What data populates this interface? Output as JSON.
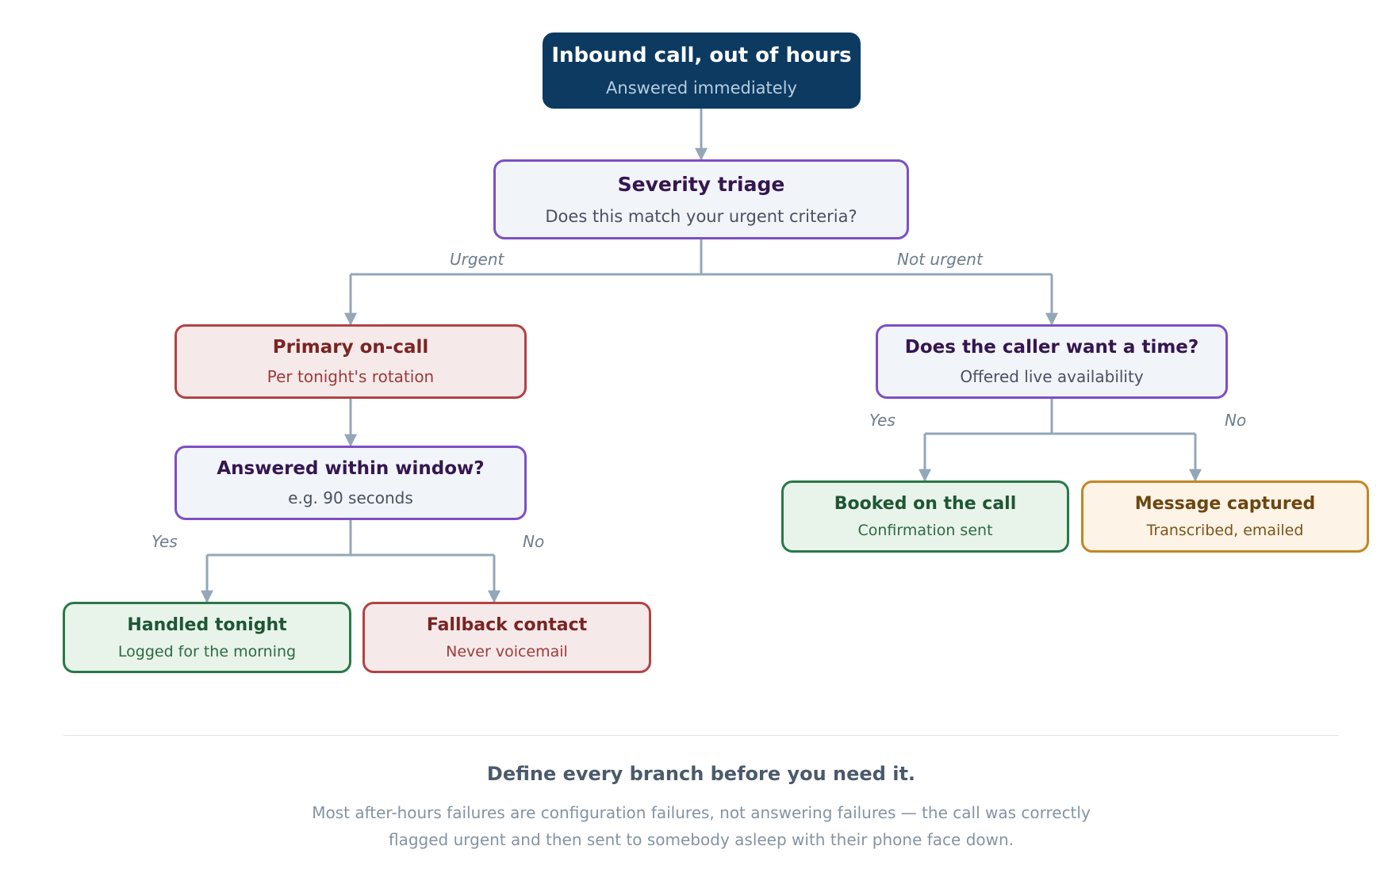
{
  "colors": {
    "start_fill": "#0c3a61",
    "decision_border": "#7d4fc4",
    "alert_border": "#b04444",
    "success_border": "#2a774a",
    "capture_border": "#c48524",
    "connector": "#94a7b8"
  },
  "nodes": {
    "start": {
      "title": "Inbound call, out of hours",
      "subtitle": "Answered immediately"
    },
    "triage": {
      "title": "Severity triage",
      "subtitle": "Does this match your urgent criteria?"
    },
    "primary": {
      "title": "Primary on-call",
      "subtitle": "Per tonight's rotation"
    },
    "wants_time": {
      "title": "Does the caller want a time?",
      "subtitle": "Offered live availability"
    },
    "answered": {
      "title": "Answered within window?",
      "subtitle": "e.g. 90 seconds"
    },
    "booked": {
      "title": "Booked on the call",
      "subtitle": "Confirmation sent"
    },
    "message": {
      "title": "Message captured",
      "subtitle": "Transcribed, emailed"
    },
    "handled": {
      "title": "Handled tonight",
      "subtitle": "Logged for the morning"
    },
    "fallback": {
      "title": "Fallback contact",
      "subtitle": "Never voicemail"
    }
  },
  "edges": {
    "urgent": "Urgent",
    "not_urgent": "Not urgent",
    "time_yes": "Yes",
    "time_no": "No",
    "window_yes": "Yes",
    "window_no": "No"
  },
  "footer": {
    "heading": "Define every branch before you need it.",
    "body": "Most after-hours failures are configuration failures, not answering failures — the call was correctly flagged urgent and then sent to somebody asleep with their phone face down."
  }
}
